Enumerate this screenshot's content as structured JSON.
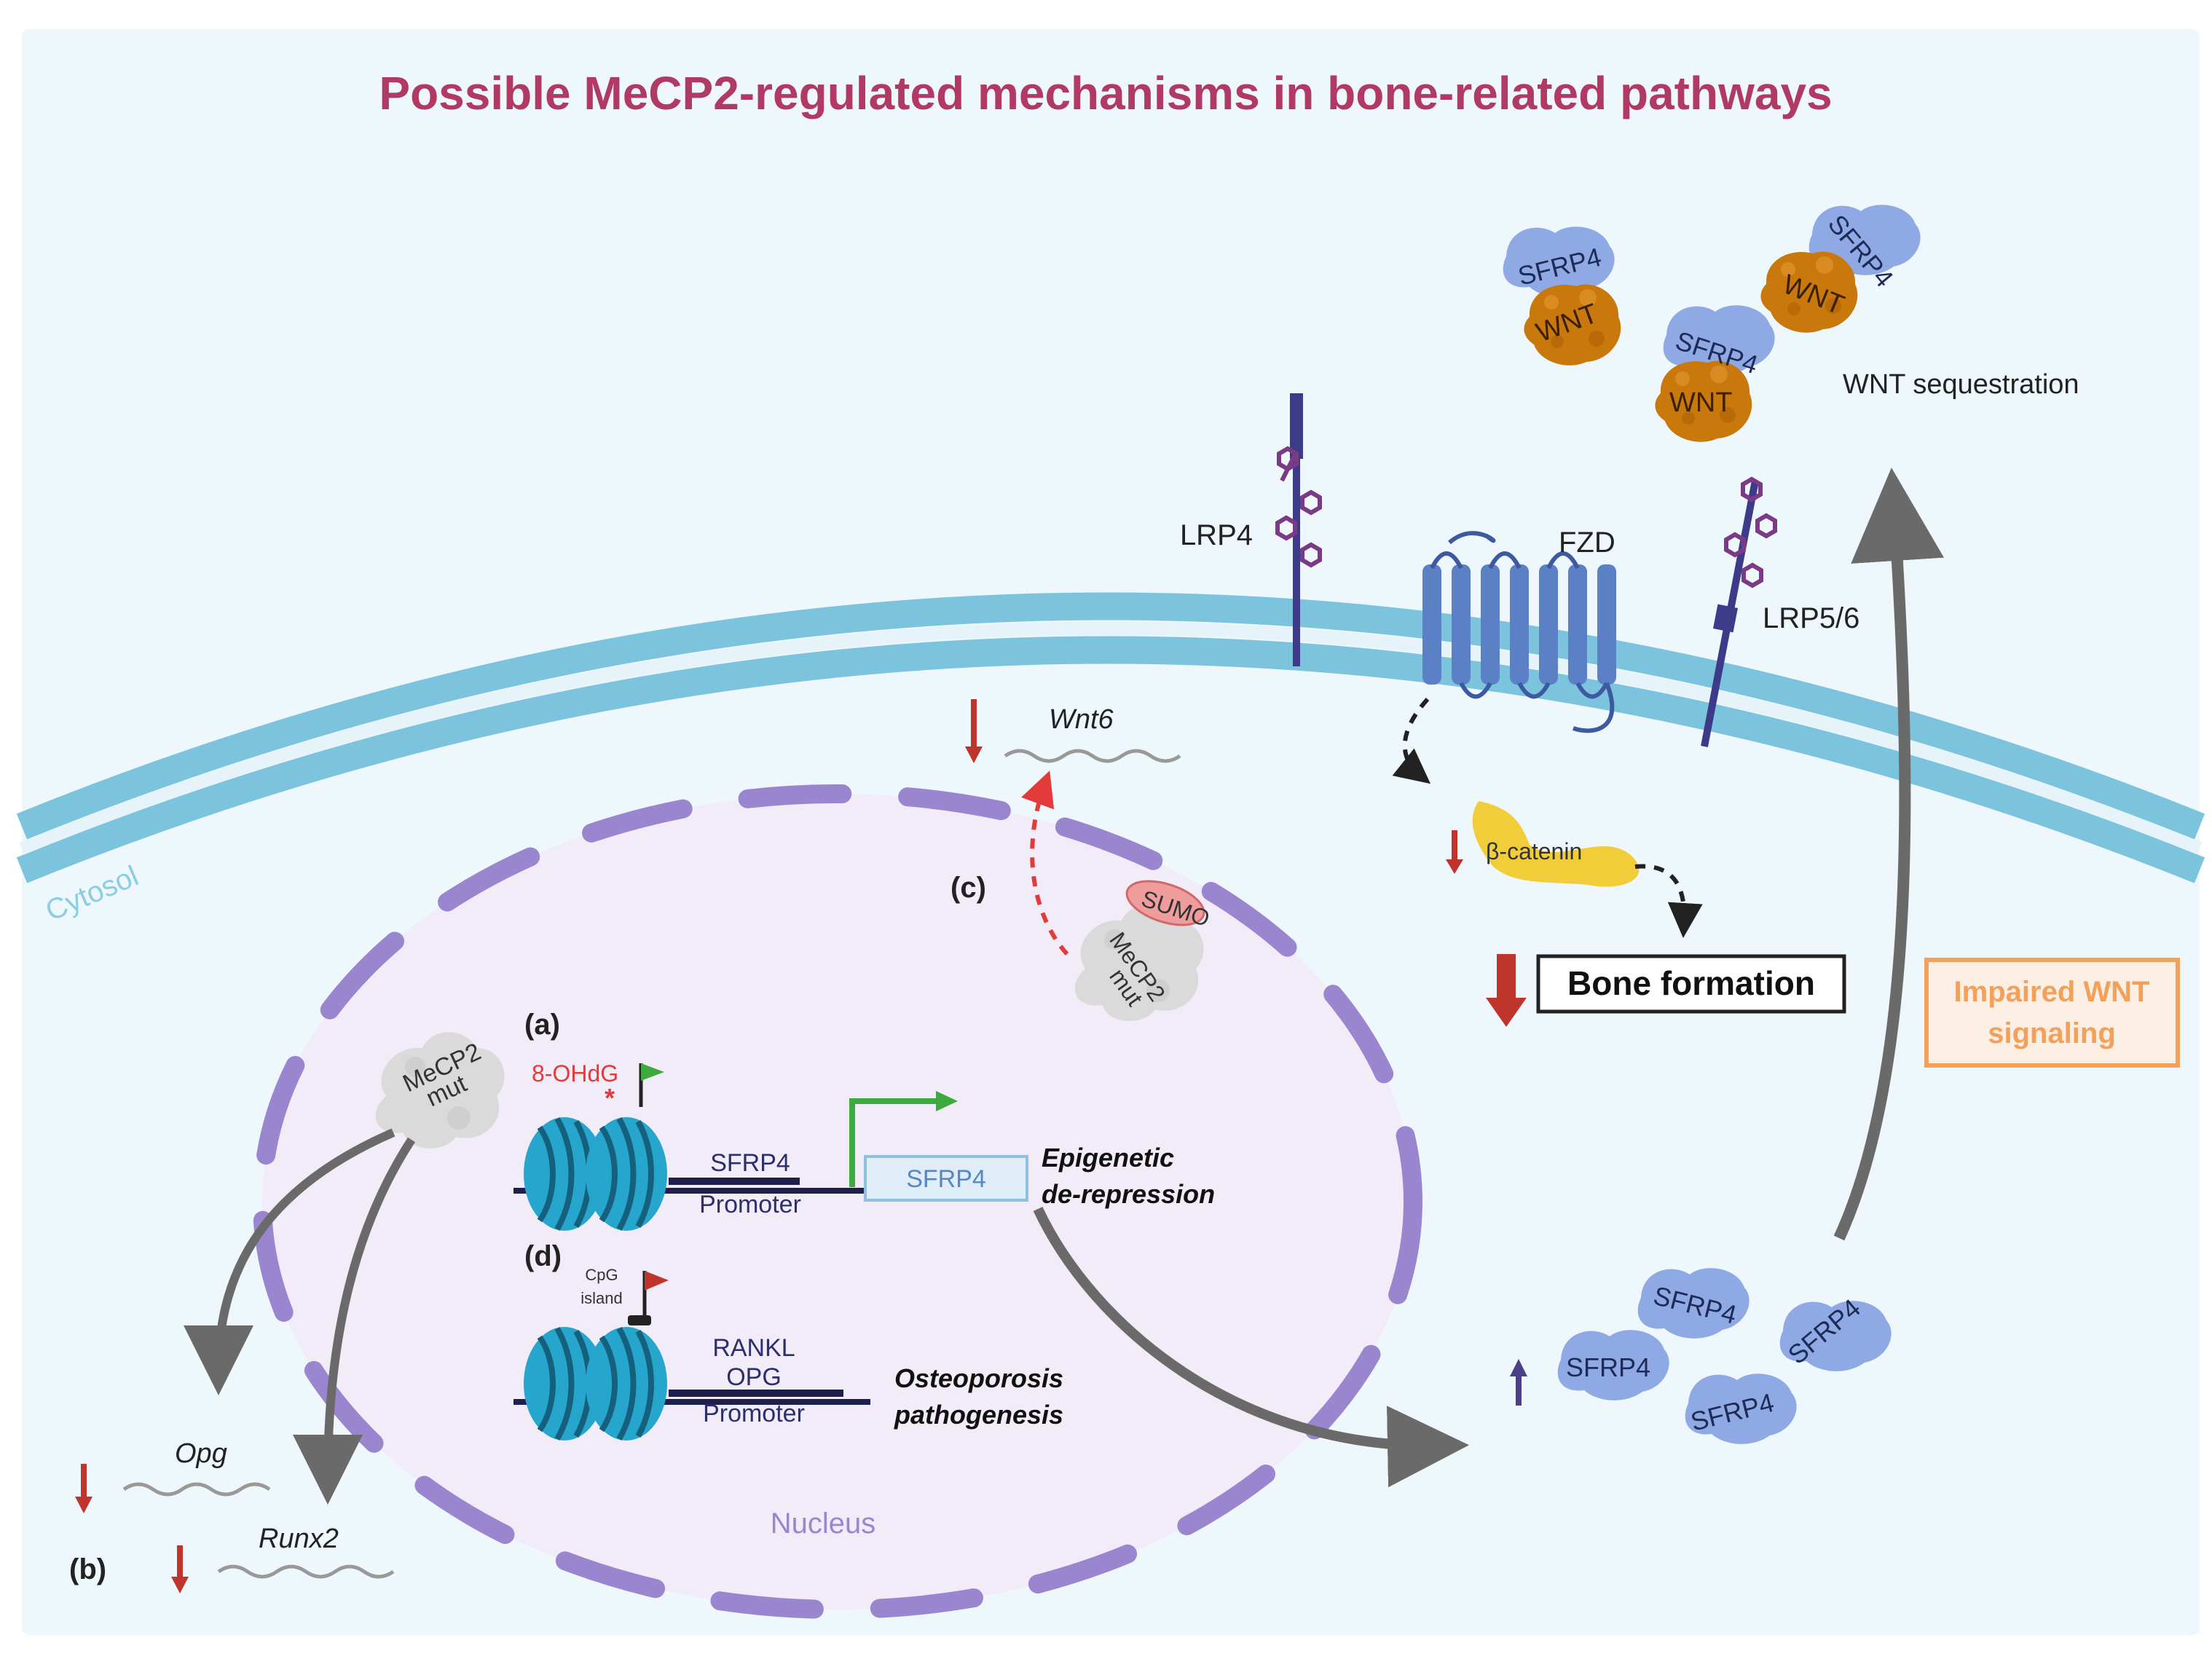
{
  "title": "Possible MeCP2-regulated mechanisms in bone-related pathways",
  "compartments": {
    "cytosol": "Cytosol",
    "nucleus": "Nucleus"
  },
  "receptors": {
    "lrp4": "LRP4",
    "fzd": "FZD",
    "lrp56": "LRP5/6"
  },
  "extracellular": {
    "sfrp4": "SFRP4",
    "wnt": "WNT",
    "sequestration": "WNT sequestration"
  },
  "cytoplasm": {
    "wnt6": "Wnt6",
    "c_label": "(c)",
    "sumo": "SUMO",
    "mecp2_mut": "MeCP2",
    "mut": "mut",
    "beta_catenin": "β-catenin",
    "bone_formation": "Bone formation",
    "impaired_wnt_line1": "Impaired WNT",
    "impaired_wnt_line2": "signaling"
  },
  "panel_a": {
    "label": "(a)",
    "mark": "8-OHdG",
    "promoter_gene": "SFRP4",
    "promoter_word": "Promoter",
    "transcript": "SFRP4",
    "effect_line1": "Epigenetic",
    "effect_line2": "de-repression"
  },
  "panel_d": {
    "label": "(d)",
    "cpg_line1": "CpG",
    "cpg_line2": "island",
    "gene1": "RANKL",
    "gene2": "OPG",
    "promoter_word": "Promoter",
    "effect_line1": "Osteoporosis",
    "effect_line2": "pathogenesis"
  },
  "panel_b": {
    "label": "(b)",
    "gene1": "Opg",
    "gene2": "Runx2"
  },
  "colors": {
    "title": "#b03a64",
    "background": "#eef7fc",
    "membrane": "#7cc3dd",
    "nucleus_fill": "#f1ecf8",
    "nuclear_envelope": "#9a86cf",
    "receptor": "#5b80c6",
    "sfrp4": "#8fa9e4",
    "wnt": "#c9790c",
    "beta_catenin": "#f2cd3a",
    "down_arrow": "#c0352b",
    "up_arrow": "#4a3f88",
    "impaired_box": "#f3a05a",
    "histone": "#26a6cc",
    "red_flag": "#c0352b",
    "green_flag": "#3caa3c"
  }
}
